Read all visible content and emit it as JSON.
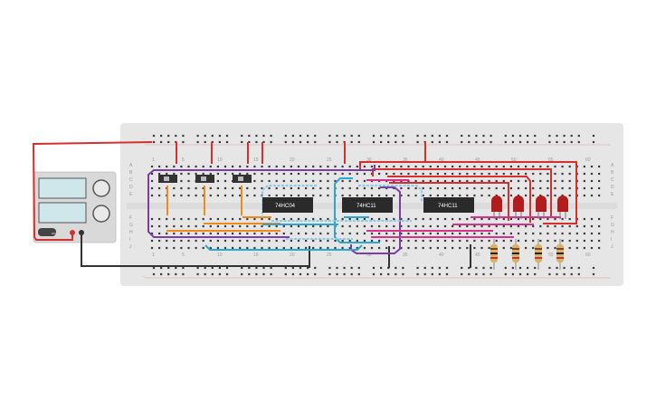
{
  "breadboard": {
    "column_numbers": [
      "1",
      "5",
      "10",
      "15",
      "20",
      "25",
      "30",
      "35",
      "40",
      "45",
      "50",
      "55",
      "60"
    ],
    "row_letters_top": [
      "A",
      "B",
      "C",
      "D",
      "E"
    ],
    "row_letters_bottom": [
      "F",
      "G",
      "H",
      "I",
      "J"
    ],
    "rail_minus": "-"
  },
  "chips": [
    {
      "id": "u1",
      "label": "74HC04"
    },
    {
      "id": "u2",
      "label": "74HC11"
    },
    {
      "id": "u3",
      "label": "74HC11"
    }
  ],
  "power_supply": {
    "display_a": "",
    "display_b": "",
    "button_label": "ON"
  },
  "colors": {
    "red": "#d62f2f",
    "black": "#333333",
    "purple": "#7a3ea6",
    "orange": "#f08a1c",
    "cyan": "#2ea6d3",
    "lightblue": "#8dc9e8",
    "magenta": "#d6328a",
    "board": "#e8e8e8"
  }
}
